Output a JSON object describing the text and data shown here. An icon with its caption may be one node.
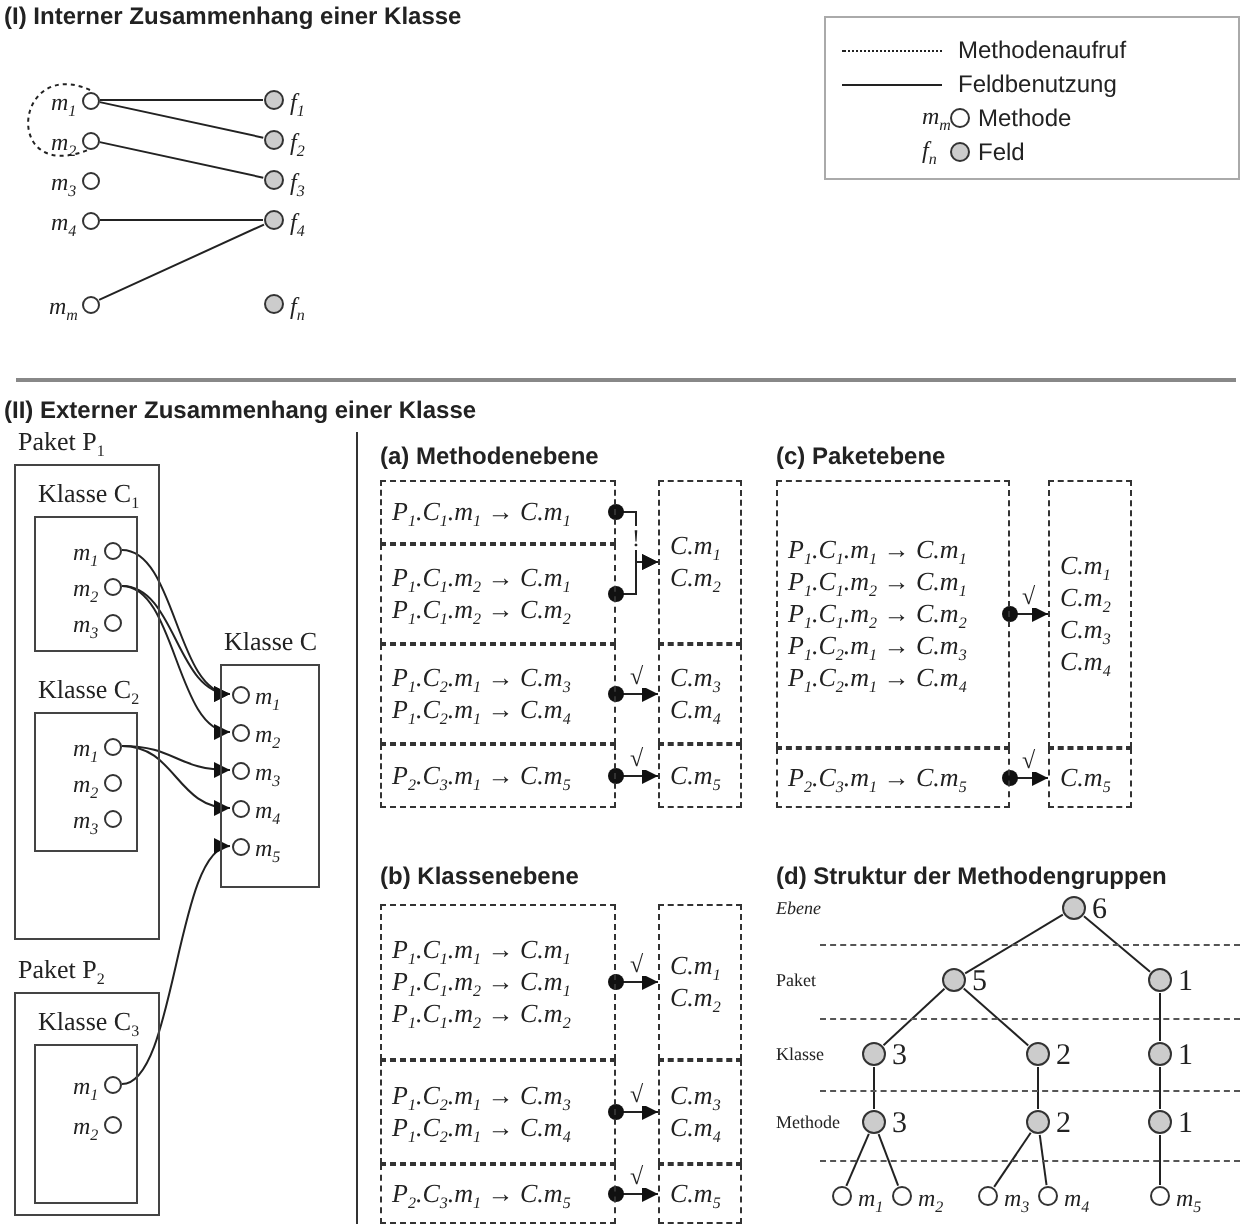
{
  "diagram": {
    "nodes": [
      {
        "text": [
          "(I) Interner Zusammenhang einer Klasse"
        ]
      },
      {
        "text": [],
        "shape": "circle",
        "in": 0,
        "beside": [
          "m$_{1}$"
        ]
      },
      {
        "text": [],
        "shape": "circle",
        "in": 0,
        "beside": [
          "m$_{2}$"
        ]
      },
      {
        "text": [],
        "shape": "circle",
        "in": 0,
        "beside": [
          "m$_{3}$"
        ]
      },
      {
        "text": [],
        "shape": "circle",
        "in": 0,
        "beside": [
          "m$_{4}$"
        ]
      },
      {
        "text": [],
        "shape": "circle",
        "in": 0,
        "beside": [
          "m$_{m}$"
        ]
      },
      {
        "text": [],
        "shape": "circle",
        "in": 0,
        "beside": [
          "f$_{1}$"
        ]
      },
      {
        "text": [],
        "shape": "circle",
        "in": 0,
        "beside": [
          "f$_{2}$"
        ]
      },
      {
        "text": [],
        "shape": "circle",
        "in": 0,
        "beside": [
          "f$_{3}$"
        ]
      },
      {
        "text": [],
        "shape": "circle",
        "in": 0,
        "beside": [
          "f$_{4}$"
        ]
      },
      {
        "text": [],
        "shape": "circle",
        "in": 0,
        "beside": [
          "f$_{n}$"
        ]
      },
      {
        "text": [
          "(II) Externer Zusammenhang einer Klasse"
        ]
      },
      {
        "text": [
          "Paket P$_{1}$"
        ],
        "in": 11
      },
      {
        "text": [
          "Klasse C$_{1}$"
        ],
        "in": 12
      },
      {
        "text": [],
        "shape": "circle",
        "in": 13,
        "beside": [
          "m$_{1}$"
        ]
      },
      {
        "text": [],
        "shape": "circle",
        "in": 13,
        "beside": [
          "m$_{2}$"
        ]
      },
      {
        "text": [],
        "shape": "circle",
        "in": 13,
        "beside": [
          "m$_{3}$"
        ]
      },
      {
        "text": [
          "Klasse C$_{2}$"
        ],
        "in": 12
      },
      {
        "text": [],
        "shape": "circle",
        "in": 17,
        "beside": [
          "m$_{1}$"
        ]
      },
      {
        "text": [],
        "shape": "circle",
        "in": 17,
        "beside": [
          "m$_{2}$"
        ]
      },
      {
        "text": [],
        "shape": "circle",
        "in": 17,
        "beside": [
          "m$_{3}$"
        ]
      },
      {
        "text": [
          "Paket P$_{2}$"
        ],
        "in": 11
      },
      {
        "text": [
          "Klasse C$_{3}$"
        ],
        "in": 21
      },
      {
        "text": [],
        "shape": "circle",
        "in": 22,
        "beside": [
          "m$_{1}$"
        ]
      },
      {
        "text": [],
        "shape": "circle",
        "in": 22,
        "beside": [
          "m$_{2}$"
        ]
      },
      {
        "text": [
          "Klasse C"
        ],
        "in": 11
      },
      {
        "text": [],
        "shape": "circle",
        "in": 25,
        "beside": [
          "m$_{1}$"
        ]
      },
      {
        "text": [],
        "shape": "circle",
        "in": 25,
        "beside": [
          "m$_{2}$"
        ]
      },
      {
        "text": [],
        "shape": "circle",
        "in": 25,
        "beside": [
          "m$_{3}$"
        ]
      },
      {
        "text": [],
        "shape": "circle",
        "in": 25,
        "beside": [
          "m$_{4}$"
        ]
      },
      {
        "text": [],
        "shape": "circle",
        "in": 25,
        "beside": [
          "m$_{5}$"
        ]
      },
      {
        "text": [
          "(a) Methodenebene"
        ],
        "in": 11
      },
      {
        "text": [
          "P$_{1}$.C$_{1}$.m$_{1}$ → C.m$_{1}$"
        ],
        "in": 31
      },
      {
        "text": [
          "P$_{1}$.C$_{1}$.m$_{2}$ → C.m$_{1}$",
          "P$_{1}$.C$_{1}$.m$_{2}$ → C.m$_{2}$"
        ],
        "in": 31
      },
      {
        "text": [
          "P$_{1}$.C$_{2}$.m$_{1}$ → C.m$_{3}$",
          "P$_{1}$.C$_{2}$.m$_{1}$ → C.m$_{4}$"
        ],
        "in": 31
      },
      {
        "text": [
          "P$_{2}$.C$_{3}$.m$_{1}$ → C.m$_{5}$"
        ],
        "in": 31
      },
      {
        "text": [
          "C.m$_{1}$",
          "C.m$_{2}$"
        ],
        "in": 31
      },
      {
        "text": [
          "C.m$_{3}$",
          "C.m$_{4}$"
        ],
        "in": 31
      },
      {
        "text": [
          "C.m$_{5}$"
        ],
        "in": 31
      },
      {
        "text": [
          "(c) Paketebene"
        ],
        "in": 11
      },
      {
        "text": [
          "P$_{1}$.C$_{1}$.m$_{1}$ → C.m$_{1}$",
          "P$_{1}$.C$_{1}$.m$_{2}$ → C.m$_{1}$",
          "P$_{1}$.C$_{1}$.m$_{2}$ → C.m$_{2}$",
          "P$_{1}$.C$_{2}$.m$_{1}$ → C.m$_{3}$",
          "P$_{1}$.C$_{2}$.m$_{1}$ → C.m$_{4}$"
        ],
        "in": 39
      },
      {
        "text": [
          "P$_{2}$.C$_{3}$.m$_{1}$ → C.m$_{5}$"
        ],
        "in": 39
      },
      {
        "text": [
          "C.m$_{1}$",
          "C.m$_{2}$",
          "C.m$_{3}$",
          "C.m$_{4}$"
        ],
        "in": 39
      },
      {
        "text": [
          "C.m$_{5}$"
        ],
        "in": 39
      },
      {
        "text": [
          "(b) Klassenebene"
        ],
        "in": 11
      },
      {
        "text": [
          "P$_{1}$.C$_{1}$.m$_{1}$ → C.m$_{1}$",
          "P$_{1}$.C$_{1}$.m$_{2}$ → C.m$_{1}$",
          "P$_{1}$.C$_{1}$.m$_{2}$ → C.m$_{2}$"
        ],
        "in": 44
      },
      {
        "text": [
          "P$_{1}$.C$_{2}$.m$_{1}$ → C.m$_{3}$",
          "P$_{1}$.C$_{2}$.m$_{1}$ → C.m$_{4}$"
        ],
        "in": 44
      },
      {
        "text": [
          "P$_{2}$.C$_{3}$.m$_{1}$ → C.m$_{5}$"
        ],
        "in": 44
      },
      {
        "text": [
          "C.m$_{1}$",
          "C.m$_{2}$"
        ],
        "in": 44
      },
      {
        "text": [
          "C.m$_{3}$",
          "C.m$_{4}$"
        ],
        "in": 44
      },
      {
        "text": [
          "C.m$_{5}$"
        ],
        "in": 44
      },
      {
        "text": [
          "(d) Struktur der Methodengruppen"
        ],
        "in": 11
      },
      {
        "text": [],
        "shape": "circle",
        "in": 51,
        "beside": [
          "6"
        ]
      },
      {
        "text": [],
        "shape": "circle",
        "in": 51,
        "beside": [
          "5"
        ]
      },
      {
        "text": [],
        "shape": "circle",
        "in": 51,
        "beside": [
          "1"
        ]
      },
      {
        "text": [],
        "shape": "circle",
        "in": 51,
        "beside": [
          "3"
        ]
      },
      {
        "text": [],
        "shape": "circle",
        "in": 51,
        "beside": [
          "2"
        ]
      },
      {
        "text": [],
        "shape": "circle",
        "in": 51,
        "beside": [
          "1"
        ]
      },
      {
        "text": [],
        "shape": "circle",
        "in": 51,
        "beside": [
          "3"
        ]
      },
      {
        "text": [],
        "shape": "circle",
        "in": 51,
        "beside": [
          "2"
        ]
      },
      {
        "text": [],
        "shape": "circle",
        "in": 51,
        "beside": [
          "1"
        ]
      },
      {
        "text": [],
        "shape": "circle",
        "in": 51,
        "beside": [
          "m$_{1}$"
        ]
      },
      {
        "text": [],
        "shape": "circle",
        "in": 51,
        "beside": [
          "m$_{2}$"
        ]
      },
      {
        "text": [],
        "shape": "circle",
        "in": 51,
        "beside": [
          "m$_{3}$"
        ]
      },
      {
        "text": [],
        "shape": "circle",
        "in": 51,
        "beside": [
          "m$_{4}$"
        ]
      },
      {
        "text": [],
        "shape": "circle",
        "in": 51,
        "beside": [
          "m$_{5}$"
        ]
      }
    ],
    "edges": [
      {
        "from": 1,
        "to": 6,
        "arrow": "none"
      },
      {
        "from": 1,
        "to": 7,
        "arrow": "none"
      },
      {
        "from": 2,
        "to": 8,
        "arrow": "none"
      },
      {
        "from": 4,
        "to": 9,
        "arrow": "none"
      },
      {
        "from": 5,
        "to": 9,
        "arrow": "none"
      },
      {
        "from": 1,
        "to": 2,
        "arrow": "none",
        "style": "dashed"
      },
      {
        "from": 14,
        "to": 26,
        "arrow": "to"
      },
      {
        "from": 15,
        "to": 26,
        "arrow": "to"
      },
      {
        "from": 15,
        "to": 27,
        "arrow": "to"
      },
      {
        "from": 18,
        "to": 28,
        "arrow": "to"
      },
      {
        "from": 18,
        "to": 29,
        "arrow": "to"
      },
      {
        "from": 23,
        "to": 30,
        "arrow": "to"
      },
      {
        "from": 32,
        "to": 36,
        "arrow": "to",
        "label": "!"
      },
      {
        "from": 33,
        "to": 36,
        "arrow": "to"
      },
      {
        "from": 34,
        "to": 37,
        "arrow": "to",
        "label": "√"
      },
      {
        "from": 35,
        "to": 38,
        "arrow": "to",
        "label": "√"
      },
      {
        "from": 40,
        "to": 42,
        "arrow": "to",
        "label": "√"
      },
      {
        "from": 41,
        "to": 43,
        "arrow": "to",
        "label": "√"
      },
      {
        "from": 45,
        "to": 48,
        "arrow": "to",
        "label": "√"
      },
      {
        "from": 46,
        "to": 49,
        "arrow": "to",
        "label": "√"
      },
      {
        "from": 47,
        "to": 50,
        "arrow": "to",
        "label": "√"
      },
      {
        "from": 52,
        "to": 53,
        "arrow": "none"
      },
      {
        "from": 52,
        "to": 54,
        "arrow": "none"
      },
      {
        "from": 53,
        "to": 55,
        "arrow": "none"
      },
      {
        "from": 53,
        "to": 56,
        "arrow": "none"
      },
      {
        "from": 54,
        "to": 57,
        "arrow": "none"
      },
      {
        "from": 55,
        "to": 58,
        "arrow": "none"
      },
      {
        "from": 56,
        "to": 59,
        "arrow": "none"
      },
      {
        "from": 57,
        "to": 60,
        "arrow": "none"
      },
      {
        "from": 58,
        "to": 61,
        "arrow": "none"
      },
      {
        "from": 58,
        "to": 62,
        "arrow": "none"
      },
      {
        "from": 59,
        "to": 63,
        "arrow": "none"
      },
      {
        "from": 59,
        "to": 64,
        "arrow": "none"
      },
      {
        "from": 60,
        "to": 65,
        "arrow": "none"
      }
    ],
    "labels": [
      "m$_{m}$",
      "f$_{n}$",
      "Ebene",
      "Paket",
      "Klasse",
      "Methode"
    ],
    "legend": [
      {
        "text": "Methodenaufruf"
      },
      {
        "text": "Feldbenutzung"
      },
      {
        "text": "Methode"
      },
      {
        "text": "Feld"
      }
    ]
  }
}
